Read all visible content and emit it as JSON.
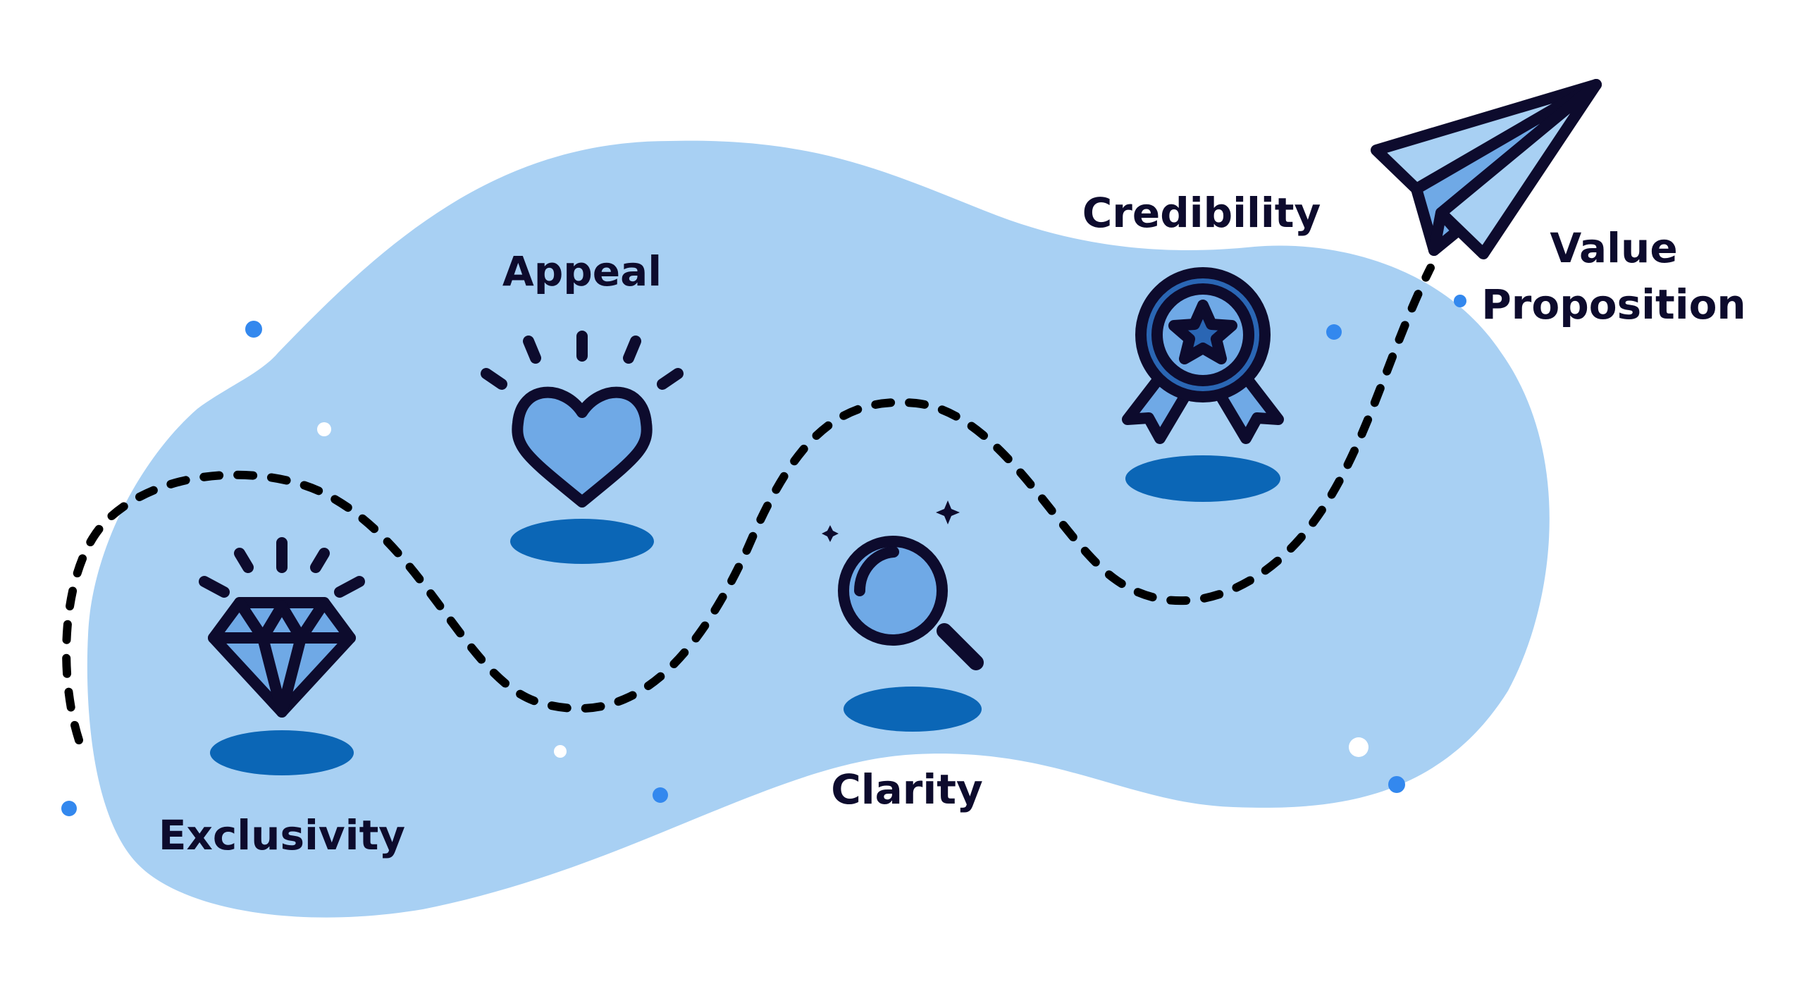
{
  "title": "Value Proposition Journey",
  "steps": [
    {
      "label": "Exclusivity",
      "icon": "diamond-icon"
    },
    {
      "label": "Appeal",
      "icon": "heart-icon"
    },
    {
      "label": "Clarity",
      "icon": "magnifying-glass-icon"
    },
    {
      "label": "Credibility",
      "icon": "award-ribbon-icon"
    }
  ],
  "destination": {
    "line1": "Value",
    "line2": "Proposition",
    "icon": "paper-plane-icon"
  },
  "colors": {
    "blob": "#a8d0f3",
    "icon_fill": "#6fa9e6",
    "icon_fill_dark": "#2a66b4",
    "shadow": "#0b66b6",
    "ink": "#0d0b2d",
    "dot_blue": "#3388ee",
    "dot_white": "#ffffff"
  }
}
